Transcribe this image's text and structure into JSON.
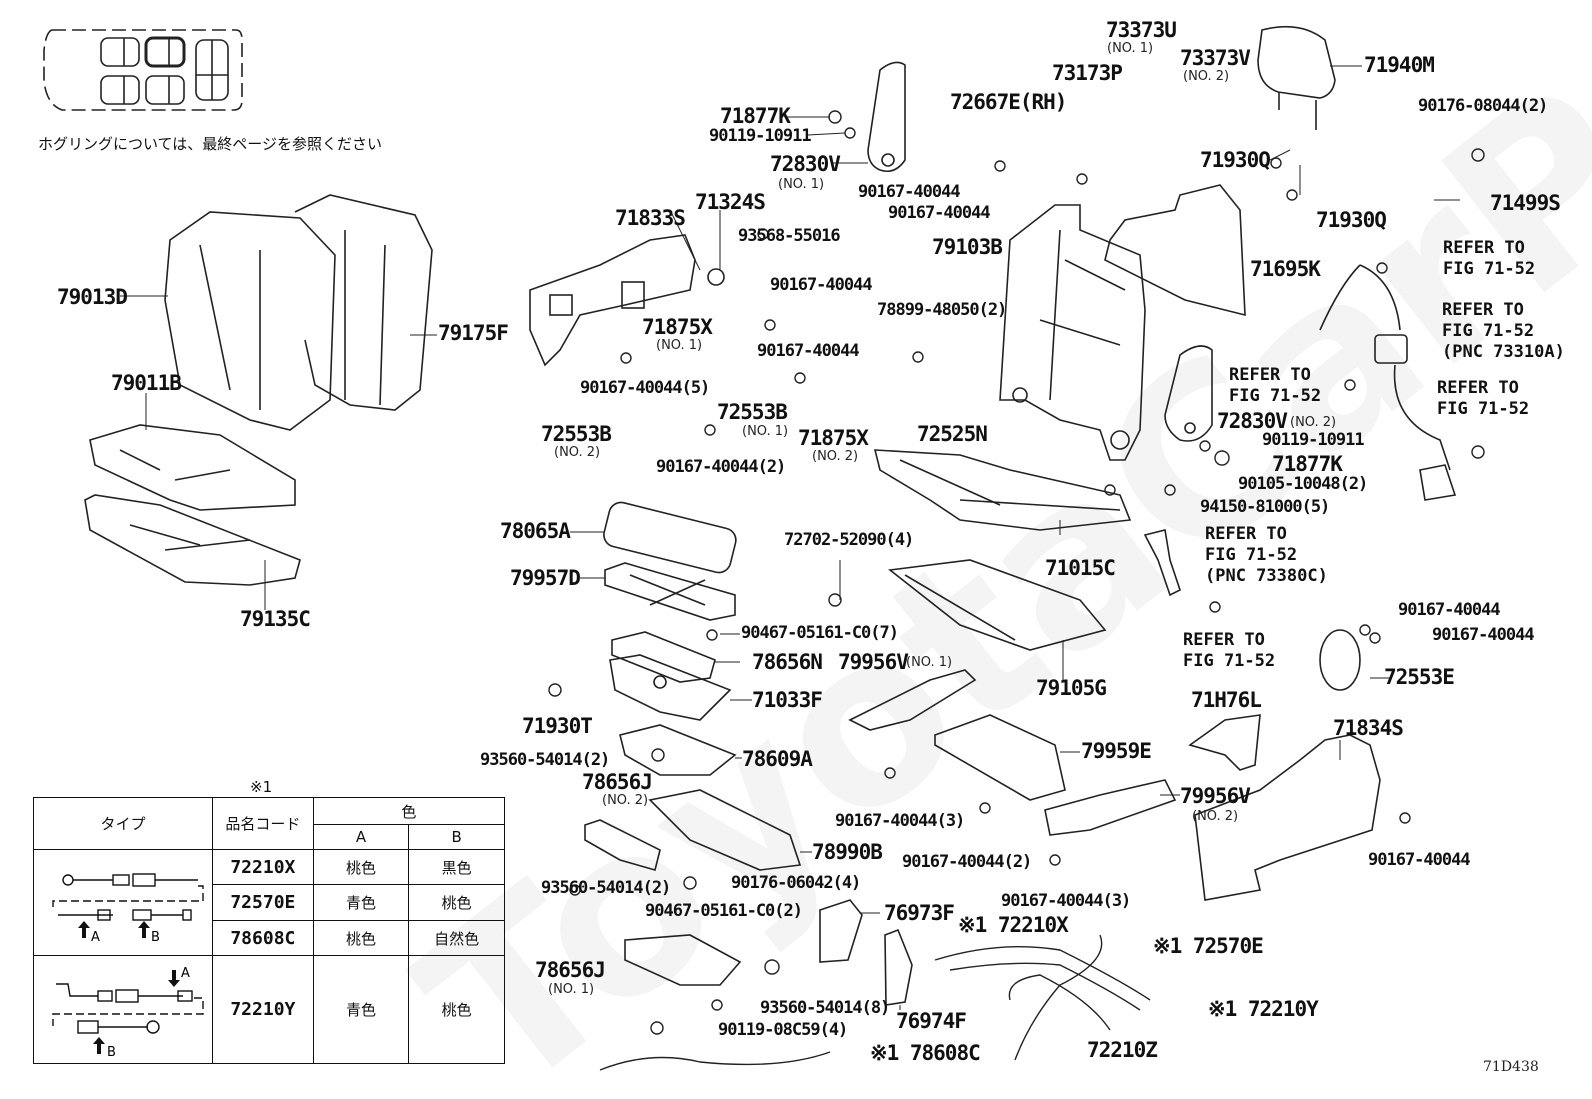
{
  "header": {
    "note_jp": "ホグリングについては、最終ページを参照ください",
    "figure_number": "71D438",
    "watermark": "ToyotaCarParts"
  },
  "parts": {
    "p73373U": {
      "code": "73373U",
      "sub": "(NO. 1)"
    },
    "p73373V": {
      "code": "73373V",
      "sub": "(NO. 2)"
    },
    "p71940M": {
      "code": "71940M"
    },
    "p73173P": {
      "code": "73173P"
    },
    "p71877K_a": {
      "code": "71877K"
    },
    "p90119_10911_a": {
      "code": "90119-10911"
    },
    "p72830V_1": {
      "code": "72830V",
      "sub": "(NO. 1)"
    },
    "p72667E": {
      "code": "72667E(RH)"
    },
    "p90167_40044_a": {
      "code": "90167-40044"
    },
    "p90167_40044_b": {
      "code": "90167-40044"
    },
    "p90176_08044": {
      "code": "90176-08044(2)"
    },
    "p71930Q_a": {
      "code": "71930Q"
    },
    "p71930Q_b": {
      "code": "71930Q"
    },
    "p71499S": {
      "code": "71499S"
    },
    "p71833S": {
      "code": "71833S"
    },
    "p71324S": {
      "code": "71324S"
    },
    "p93568_55016": {
      "code": "93568-55016"
    },
    "p90167_40044_c": {
      "code": "90167-40044"
    },
    "p71875X_1": {
      "code": "71875X",
      "sub": "(NO. 1)"
    },
    "p90167_40044_d": {
      "code": "90167-40044"
    },
    "p90167_40044_5": {
      "code": "90167-40044(5)"
    },
    "p79103B": {
      "code": "79103B"
    },
    "p71695K": {
      "code": "71695K"
    },
    "p78899_48050": {
      "code": "78899-48050(2)"
    },
    "p72553B_1": {
      "code": "72553B",
      "sub": "(NO. 1)"
    },
    "p72553B_2": {
      "code": "72553B",
      "sub": "(NO. 2)"
    },
    "p90167_40044_2a": {
      "code": "90167-40044(2)"
    },
    "p71875X_2": {
      "code": "71875X",
      "sub": "(NO. 2)"
    },
    "p72525N": {
      "code": "72525N"
    },
    "p72830V_2": {
      "code": "72830V",
      "sub": "(NO. 2)"
    },
    "p90119_10911_b": {
      "code": "90119-10911"
    },
    "p71877K_b": {
      "code": "71877K"
    },
    "p90105_10048": {
      "code": "90105-10048(2)"
    },
    "p94150_81000": {
      "code": "94150-81000(5)"
    },
    "p79013D": {
      "code": "79013D"
    },
    "p79175F": {
      "code": "79175F"
    },
    "p79011B": {
      "code": "79011B"
    },
    "p79135C": {
      "code": "79135C"
    },
    "p78065A": {
      "code": "78065A"
    },
    "p79957D": {
      "code": "79957D"
    },
    "p72702_52090": {
      "code": "72702-52090(4)"
    },
    "p71015C": {
      "code": "71015C"
    },
    "p90467_05161_7": {
      "code": "90467-05161-C0(7)"
    },
    "p78656N": {
      "code": "78656N"
    },
    "p79956V_1": {
      "code": "79956V",
      "sub": "(NO. 1)"
    },
    "p79105G": {
      "code": "79105G"
    },
    "p71033F": {
      "code": "71033F"
    },
    "p71930T": {
      "code": "71930T"
    },
    "p93560_54014_2a": {
      "code": "93560-54014(2)"
    },
    "p78609A": {
      "code": "78609A"
    },
    "p78656J_2": {
      "code": "78656J",
      "sub": "(NO. 2)"
    },
    "p78990B": {
      "code": "78990B"
    },
    "p93560_54014_2b": {
      "code": "93560-54014(2)"
    },
    "p90176_06042": {
      "code": "90176-06042(4)"
    },
    "p79959E": {
      "code": "79959E"
    },
    "p90167_40044_3a": {
      "code": "90167-40044(3)"
    },
    "p90167_40044_2b": {
      "code": "90167-40044(2)"
    },
    "p79956V_2": {
      "code": "79956V",
      "sub": "(NO. 2)"
    },
    "p90167_40044_3b": {
      "code": "90167-40044(3)"
    },
    "p71H76L": {
      "code": "71H76L"
    },
    "p71834S": {
      "code": "71834S"
    },
    "p90167_40044_e": {
      "code": "90167-40044"
    },
    "p90167_40044_f": {
      "code": "90167-40044"
    },
    "p90167_40044_g": {
      "code": "90167-40044"
    },
    "p72553E": {
      "code": "72553E"
    },
    "p90467_05161_2": {
      "code": "90467-05161-C0(2)"
    },
    "p76973F": {
      "code": "76973F"
    },
    "p76974F": {
      "code": "76974F"
    },
    "p78656J_1": {
      "code": "78656J",
      "sub": "(NO. 1)"
    },
    "p93560_54014_8": {
      "code": "93560-54014(8)"
    },
    "p90119_08C59": {
      "code": "90119-08C59(4)"
    },
    "p78608C": {
      "code": "※1 78608C"
    },
    "p72210X": {
      "code": "※1 72210X"
    },
    "p72570E": {
      "code": "※1 72570E"
    },
    "p72210Y": {
      "code": "※1 72210Y"
    },
    "p72210Z": {
      "code": "72210Z"
    }
  },
  "references": {
    "r1": "REFER TO\nFIG 71-52",
    "r2": "REFER TO\nFIG 71-52\n(PNC 73310A)",
    "r3": "REFER TO\nFIG 71-52",
    "r4": "REFER TO\nFIG 71-52",
    "r5": "REFER TO\nFIG 71-52\n(PNC 73380C)",
    "r6": "REFER TO\nFIG 71-52"
  },
  "legend": {
    "mark": "※1",
    "headers": {
      "type": "タイプ",
      "code": "品名コード",
      "color": "色",
      "col_a": "A",
      "col_b": "B"
    },
    "rows": [
      {
        "code": "72210X",
        "a": "桃色",
        "b": "黒色"
      },
      {
        "code": "72570E",
        "a": "青色",
        "b": "桃色"
      },
      {
        "code": "78608C",
        "a": "桃色",
        "b": "自然色"
      },
      {
        "code": "72210Y",
        "a": "青色",
        "b": "桃色"
      }
    ],
    "arrow_a": "A",
    "arrow_b": "B"
  }
}
